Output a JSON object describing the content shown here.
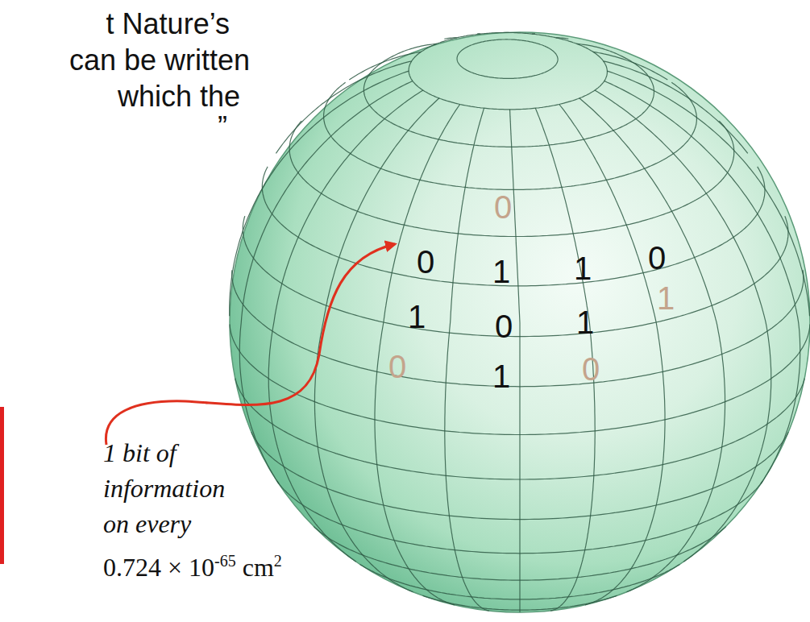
{
  "diagram": {
    "labels": [
      "t Nature’s",
      "can be written",
      "which the",
      "”",
      "0",
      "0",
      "1",
      "1",
      "0",
      "1",
      "0",
      "1",
      "1",
      "0",
      "1",
      "0",
      "1 bit of",
      "information",
      "on every",
      "0.724 × 10",
      "-65",
      "cm",
      "2"
    ]
  }
}
